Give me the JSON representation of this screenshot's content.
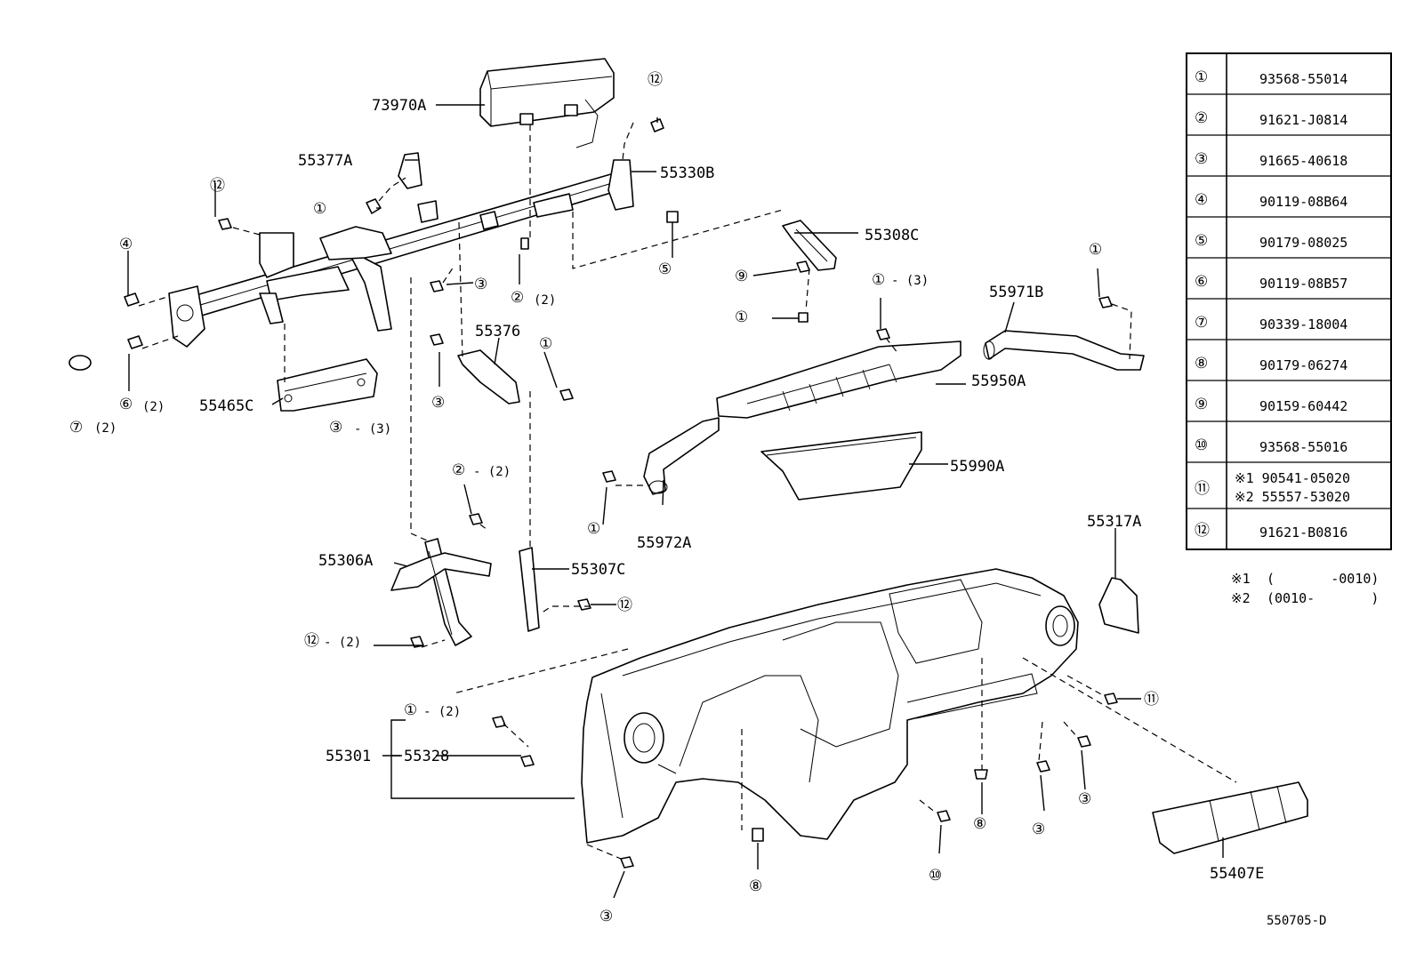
{
  "diagram_id": "550705-D",
  "part_labels": {
    "p73970A": "73970A",
    "p55377A": "55377A",
    "p55330B": "55330B",
    "p55308C": "55308C",
    "p55376": "55376",
    "p55465C": "55465C",
    "p55971B": "55971B",
    "p55950A": "55950A",
    "p55990A": "55990A",
    "p55972A": "55972A",
    "p55306A": "55306A",
    "p55307C": "55307C",
    "p55317A": "55317A",
    "p55301": "55301",
    "p55328": "55328",
    "p55407E": "55407E"
  },
  "qty": {
    "q2": "(2)",
    "q3": "(3)"
  },
  "legend": [
    {
      "num": "①",
      "part": "93568-55014"
    },
    {
      "num": "②",
      "part": "91621-J0814"
    },
    {
      "num": "③",
      "part": "91665-40618"
    },
    {
      "num": "④",
      "part": "90119-08B64"
    },
    {
      "num": "⑤",
      "part": "90179-08025"
    },
    {
      "num": "⑥",
      "part": "90119-08B57"
    },
    {
      "num": "⑦",
      "part": "90339-18004"
    },
    {
      "num": "⑧",
      "part": "90179-06274"
    },
    {
      "num": "⑨",
      "part": "90159-60442"
    },
    {
      "num": "⑩",
      "part": "93568-55016"
    },
    {
      "num": "⑪",
      "part": "※1 90541-05020",
      "part2": "※2 55557-53020"
    },
    {
      "num": "⑫",
      "part": "91621-B0816"
    }
  ],
  "notes": [
    {
      "mark": "※1",
      "range": "(       -0010)"
    },
    {
      "mark": "※2",
      "range": "(0010-       )"
    }
  ],
  "callouts": {
    "n1": "①",
    "n2": "②",
    "n3": "③",
    "n4": "④",
    "n5": "⑤",
    "n6": "⑥",
    "n7": "⑦",
    "n8": "⑧",
    "n9": "⑨",
    "n10": "⑩",
    "n11": "⑪",
    "n12": "⑫"
  }
}
